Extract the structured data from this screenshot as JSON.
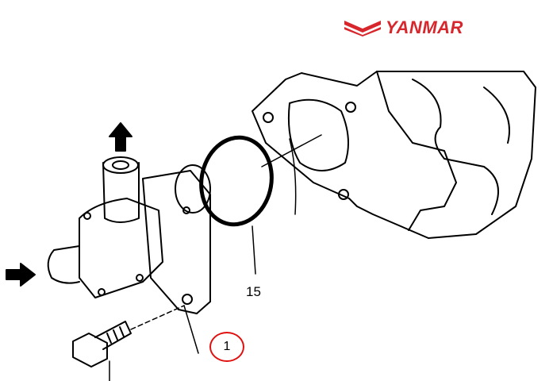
{
  "brand": {
    "name": "YANMAR",
    "color": "#d7262c"
  },
  "callouts": [
    {
      "number": "15",
      "part": "o-ring"
    },
    {
      "number": "1",
      "part": "thermostat-cover",
      "highlight_color": "#e01010"
    }
  ]
}
